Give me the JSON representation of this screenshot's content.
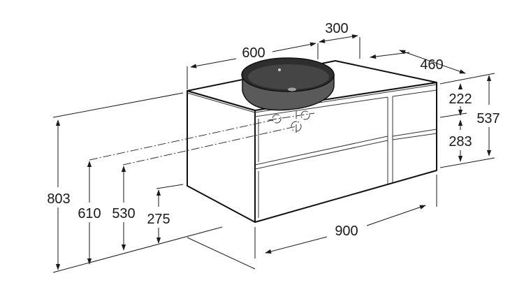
{
  "dimensions": {
    "basin_width": "600",
    "basin_offset": "300",
    "depth": "460",
    "top_to_drawer": "222",
    "drawer_height": "283",
    "side_total": "537",
    "total_height": "803",
    "waste_height_1": "610",
    "waste_height_2": "530",
    "bottom_clearance": "275",
    "width": "900"
  }
}
